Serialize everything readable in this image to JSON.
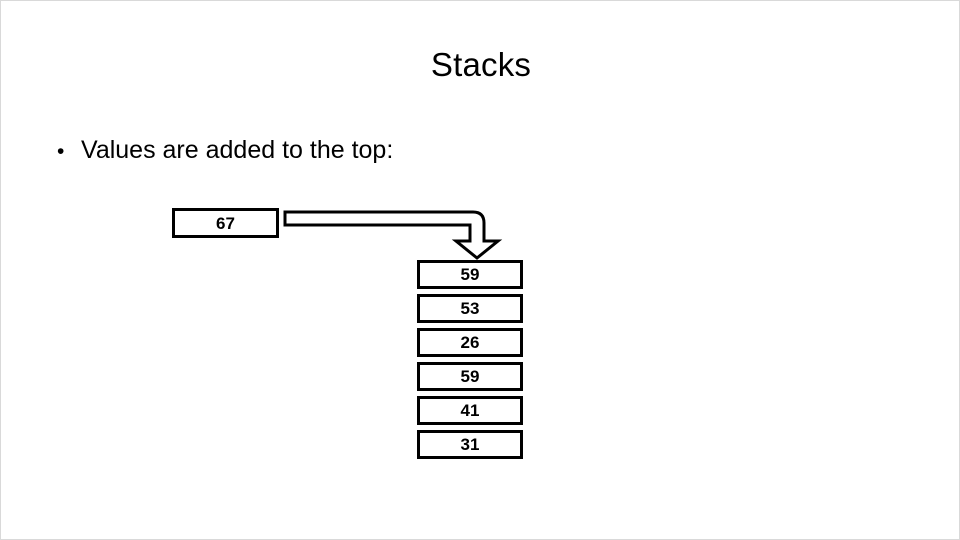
{
  "slide": {
    "title": "Stacks",
    "background_color": "#ffffff",
    "border_color": "#d9d9d9",
    "ink_color": "#000000"
  },
  "bullets": [
    {
      "marker": "•",
      "text": "Values are added to the top:"
    }
  ],
  "diagram": {
    "type": "stack-push-illustration",
    "incoming": {
      "label": "incoming-value",
      "value": "67"
    },
    "arrow": {
      "label": "push-arrow",
      "shape": "hollow-elbow-arrow",
      "direction": "right-then-down"
    },
    "stack": {
      "label": "stack-boxes",
      "order": "top-to-bottom",
      "values": [
        "59",
        "53",
        "26",
        "59",
        "41",
        "31"
      ]
    }
  }
}
